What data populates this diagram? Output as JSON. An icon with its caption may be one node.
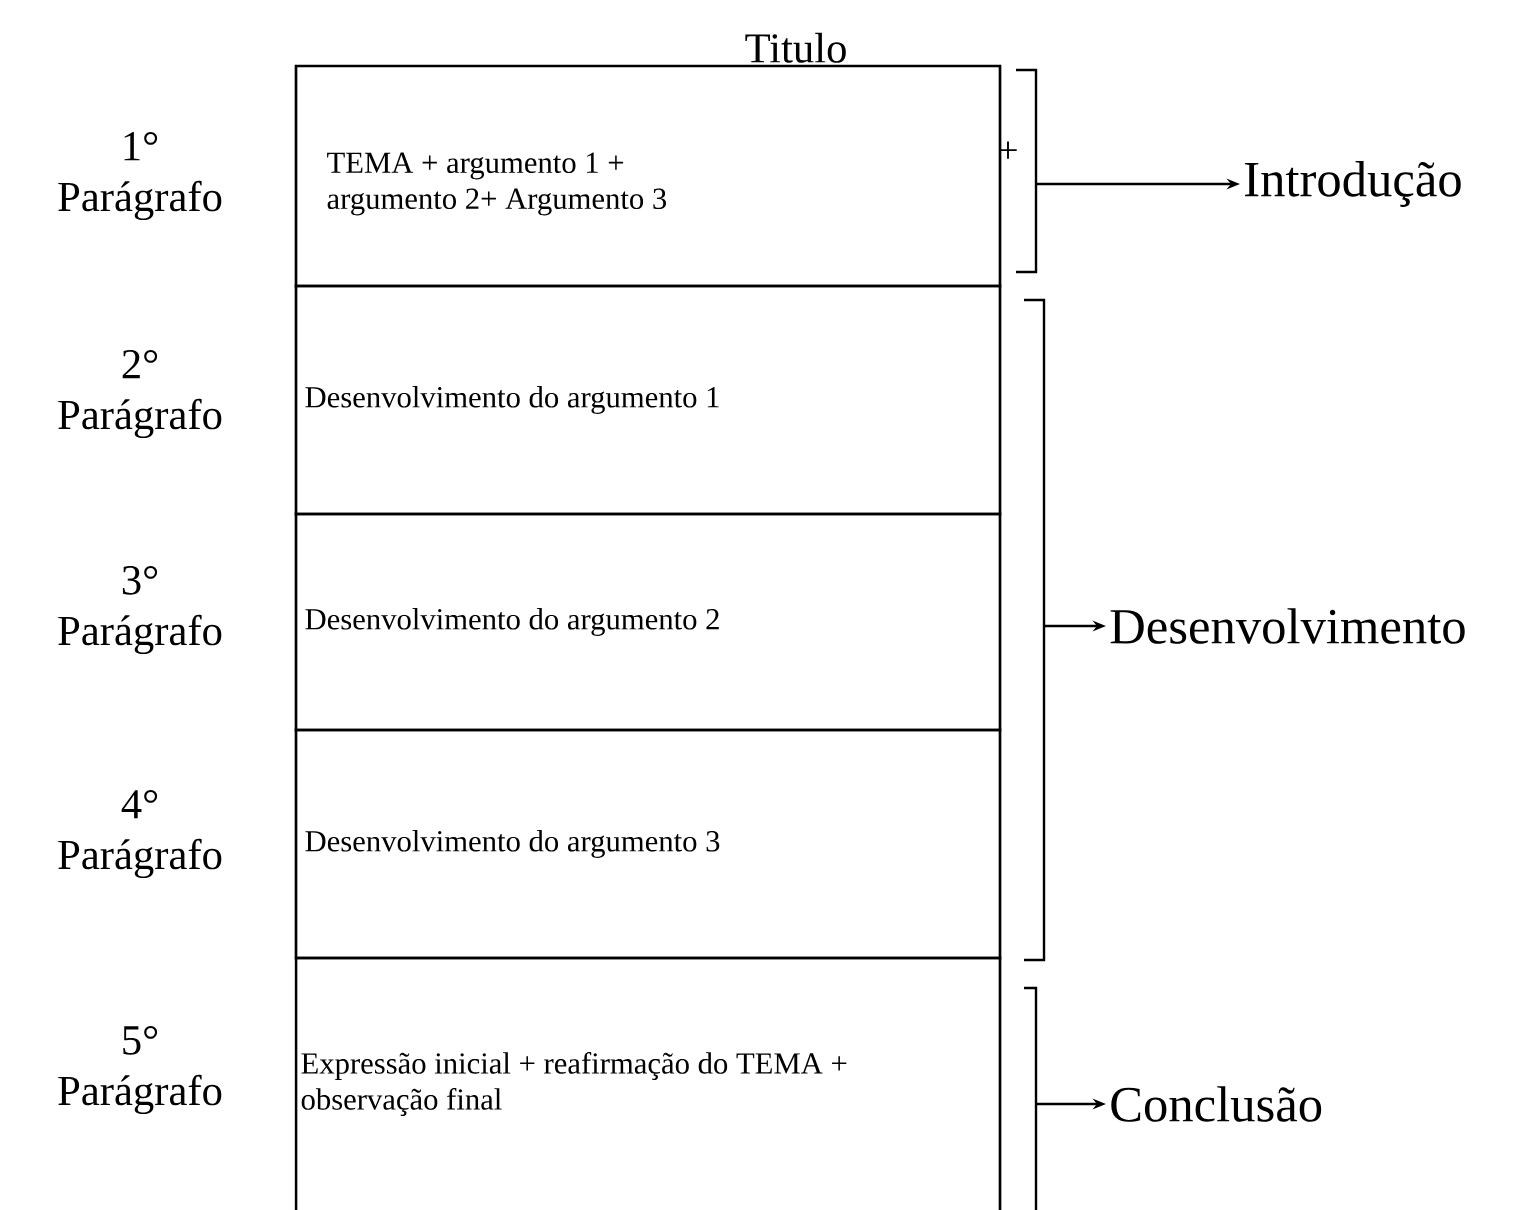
{
  "diagram": {
    "title": "Titulo",
    "nodes": [
      {
        "text": [
          "TEMA + argumento 1 + argumento 2+ Argumento 3"
        ],
        "beside": [
          "1° Parágrafo"
        ]
      },
      {
        "text": [
          "Desenvolvimento do argumento 1"
        ],
        "beside": [
          "2° Parágrafo"
        ]
      },
      {
        "text": [
          "Desenvolvimento do argumento 2"
        ],
        "beside": [
          "3° Parágrafo"
        ]
      },
      {
        "text": [
          "Desenvolvimento do argumento 3"
        ],
        "beside": [
          "4° Parágrafo"
        ]
      },
      {
        "text": [
          "Expressão inicial + reafirmação do TEMA + observação final"
        ],
        "beside": [
          "5° Parágrafo"
        ]
      },
      {
        "text": [
          "Introdução"
        ]
      },
      {
        "text": [
          "Desenvolvimento"
        ]
      },
      {
        "text": [
          "Conclusão"
        ]
      }
    ],
    "edges": [
      {
        "from": null,
        "to": 5,
        "arrow": "to"
      },
      {
        "from": null,
        "to": 6,
        "arrow": "to"
      },
      {
        "from": null,
        "to": 7,
        "arrow": "to"
      }
    ],
    "labels": [
      "+"
    ]
  }
}
